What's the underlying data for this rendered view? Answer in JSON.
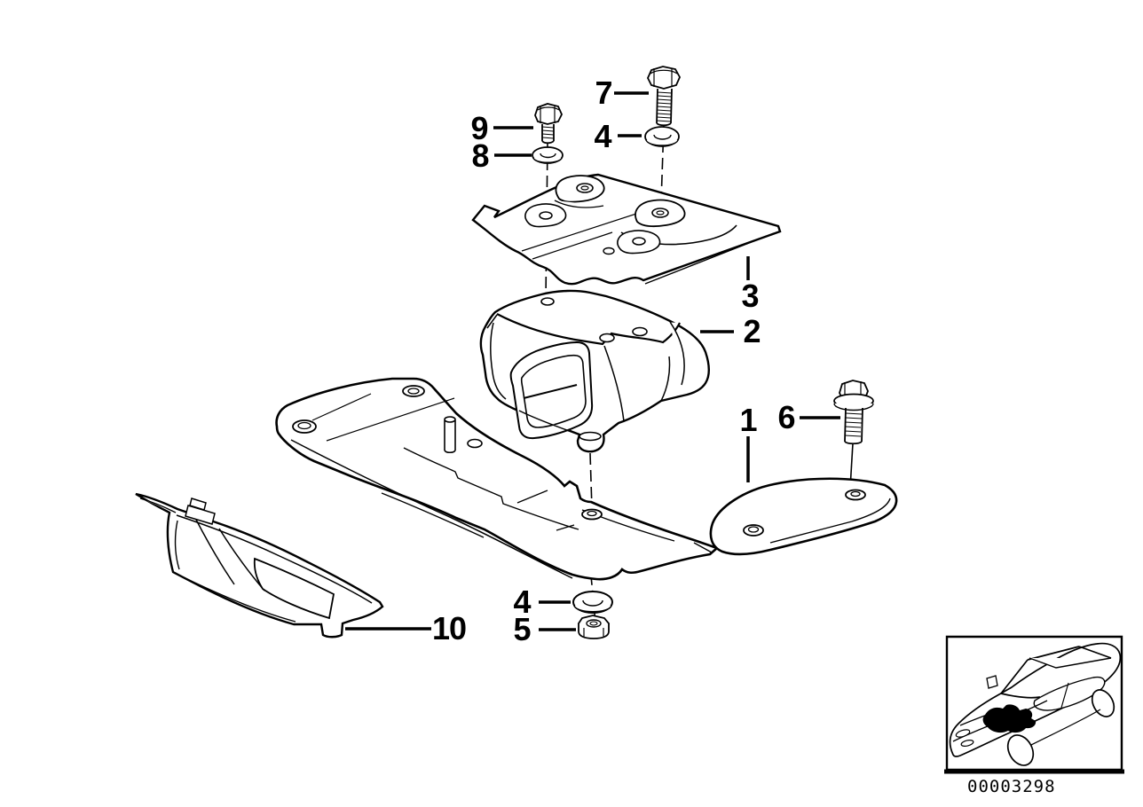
{
  "diagram": {
    "type": "exploded-parts-diagram",
    "description": "Gearbox suspension / transmission crossmember exploded view",
    "colors": {
      "line": "#000000",
      "background": "#ffffff"
    },
    "callouts": [
      {
        "label": "1",
        "part": "crossmember"
      },
      {
        "label": "2",
        "part": "rubber-mount"
      },
      {
        "label": "3",
        "part": "support-plate"
      },
      {
        "label": "4",
        "part": "washer-top"
      },
      {
        "label": "4",
        "part": "washer-bottom"
      },
      {
        "label": "5",
        "part": "hex-nut"
      },
      {
        "label": "6",
        "part": "flange-bolt"
      },
      {
        "label": "7",
        "part": "hex-bolt-long"
      },
      {
        "label": "8",
        "part": "washer-small"
      },
      {
        "label": "9",
        "part": "hex-bolt-short"
      },
      {
        "label": "10",
        "part": "heat-shield"
      }
    ],
    "footer": {
      "code": "00003298"
    }
  }
}
